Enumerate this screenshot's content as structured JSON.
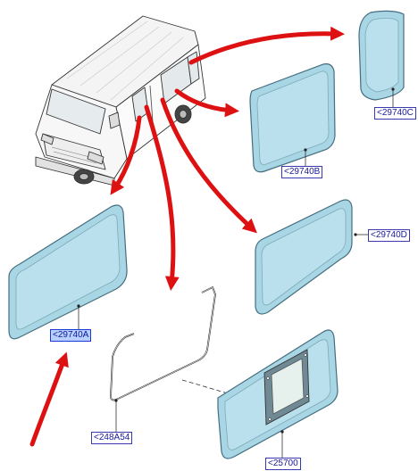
{
  "diagram": {
    "callouts": {
      "c": "<29740C",
      "b": "<29740B",
      "d": "<29740D",
      "a": "<29740A",
      "seal": "<248A54",
      "roof": "<25700"
    },
    "selected_callout": "<29740A"
  },
  "colors": {
    "arrow": "#dd1111",
    "glass_fill": "#a8d6e4",
    "glass_stroke": "#446e80",
    "label_text": "#1a1a9a",
    "label_selected_bg": "#b8cfff"
  }
}
